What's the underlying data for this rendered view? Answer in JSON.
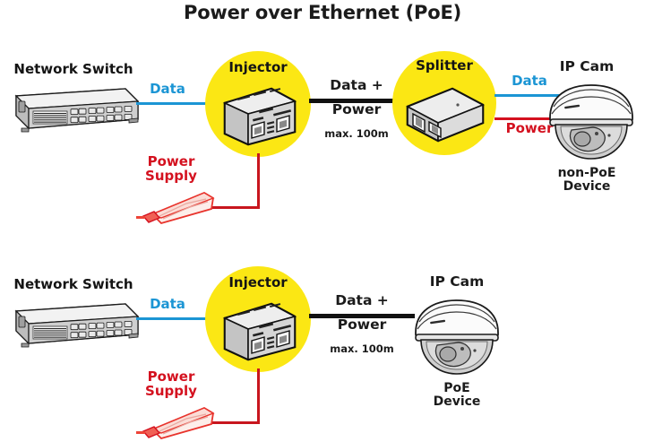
{
  "title": "Power over Ethernet (PoE)",
  "colors": {
    "data": "#1b95d4",
    "power": "#d4111f",
    "node": "#fbe714",
    "line": "#111111",
    "wire": "#c8161e"
  },
  "rows": [
    {
      "id": "non-poe-row",
      "switch_label": "Network Switch",
      "data_label": "Data",
      "node_label": "Injector",
      "power_supply_label": "Power\nSupply",
      "power_supply_line1": "Power",
      "power_supply_line2": "Supply",
      "trunk_line1": "Data +",
      "trunk_line2": "Power",
      "trunk_distance": "max. 100m",
      "splitter_label": "Splitter",
      "out_data_label": "Data",
      "out_power_label": "Power",
      "camera_label": "IP Cam",
      "camera_sub_line1": "non-PoE",
      "camera_sub_line2": "Device"
    },
    {
      "id": "poe-row",
      "switch_label": "Network Switch",
      "data_label": "Data",
      "node_label": "Injector",
      "power_supply_line1": "Power",
      "power_supply_line2": "Supply",
      "trunk_line1": "Data +",
      "trunk_line2": "Power",
      "trunk_distance": "max. 100m",
      "camera_label": "IP Cam",
      "camera_sub_line1": "PoE",
      "camera_sub_line2": "Device"
    }
  ]
}
